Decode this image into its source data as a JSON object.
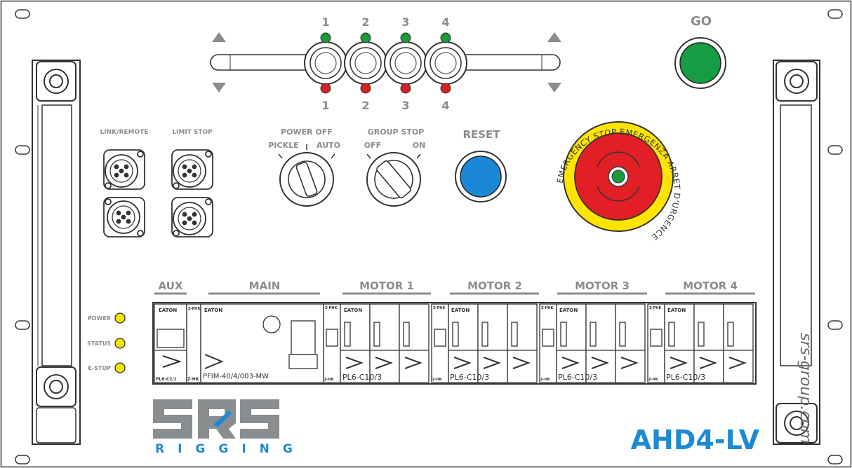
{
  "channels": {
    "top_numbers": [
      "1",
      "2",
      "3",
      "4"
    ],
    "bottom_numbers": [
      "1",
      "2",
      "3",
      "4"
    ]
  },
  "go": {
    "label": "GO"
  },
  "connectors": {
    "link_remote": "LINK/REMOTE",
    "limit_stop": "LIMIT STOP"
  },
  "power_off": {
    "title": "POWER OFF",
    "left": "PICKLE",
    "right": "AUTO"
  },
  "group_stop": {
    "title": "GROUP STOP",
    "left": "OFF",
    "right": "ON"
  },
  "reset": {
    "label": "RESET"
  },
  "estop": {
    "ring_text": "EMERGENCY STOP  EMERGENZA  ARRET D'URGENCE  "
  },
  "brand": {
    "url": "srs-group.com",
    "model": "AHD4-LV",
    "logo_word": "RIGGING",
    "logo_letters": "SRS"
  },
  "indicators": [
    "POWER",
    "STATUS",
    "E-STOP"
  ],
  "breaker_sections": [
    "AUX",
    "MAIN",
    "MOTOR 1",
    "MOTOR 2",
    "MOTOR 3",
    "MOTOR 4"
  ],
  "breakers": {
    "aux_model": "PL6-C2/1",
    "aux_maker": "EATON",
    "main_model": "PFIM-40/4/003-MW",
    "main_maker": "EATON",
    "motor_model": "PL6-C10/3",
    "motor_maker": "EATON",
    "aux_block": "Z-HK",
    "motor_block": "Z-HK",
    "small_tag": "Z-PHK"
  },
  "colors": {
    "panel_outline": "#3a3a3a",
    "label_gray": "#8c8c8c",
    "led_green": "#1a9a3e",
    "led_red": "#d71f26",
    "led_yellow": "#f4e600",
    "go_green": "#169d44",
    "reset_blue": "#1b88d6",
    "estop_red": "#e31f26",
    "estop_ring": "#ffe400",
    "brand_blue": "#1e8ad2",
    "logo_gray": "#8a8d90"
  }
}
